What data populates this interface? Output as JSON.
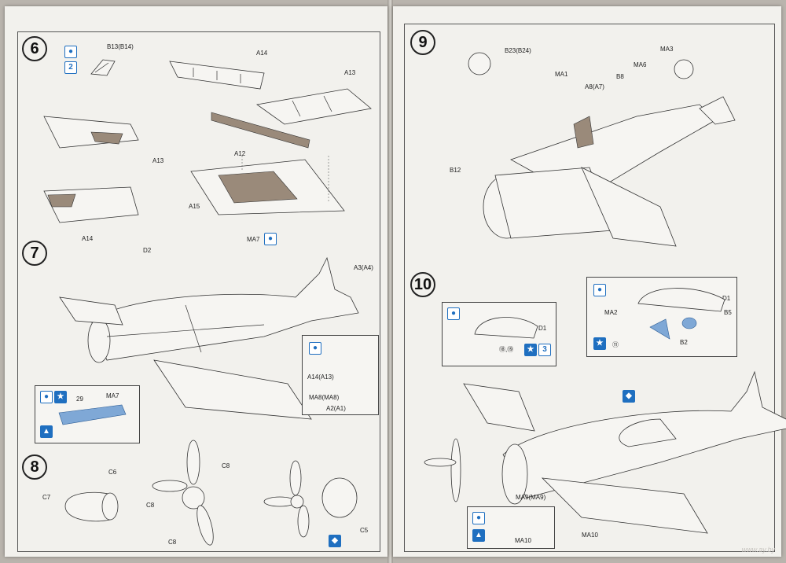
{
  "steps": {
    "s6": "6",
    "s7": "7",
    "s8": "8",
    "s9": "9",
    "s10": "10"
  },
  "step6": {
    "b13": "B13(B14)",
    "a14_top": "A14",
    "a13_top": "A13",
    "a13_left": "A13",
    "a12": "A12",
    "a15": "A15",
    "a14_bottom": "A14"
  },
  "step7": {
    "d2": "D2",
    "ma7": "MA7",
    "a3": "A3(A4)",
    "inset_a14": "A14(A13)",
    "inset_ma8": "MA8(MA8)",
    "inset_a2": "A2(A1)",
    "inset_ma7": "MA7",
    "inset_num": "29"
  },
  "step8": {
    "c6": "C6",
    "c7": "C7",
    "c8_top": "C8",
    "c8_left": "C8",
    "c8_bottom": "C8",
    "c5": "C5"
  },
  "step9": {
    "b23": "B23(B24)",
    "ma1": "MA1",
    "ma3": "MA3",
    "ma6": "MA6",
    "b8": "B8",
    "a8": "A8(A7)",
    "b12": "B12"
  },
  "step10": {
    "d1_left": "D1",
    "d1_right": "D1",
    "ma2": "MA2",
    "b5": "B5",
    "b2": "B2",
    "inset_nums": "⑱,⑲",
    "inset_num11": "⑪",
    "ma9": "MA9(MA9)",
    "ma10_inset": "MA10",
    "ma10": "MA10"
  },
  "icons": {
    "paint": "paint-icon",
    "x2": "2",
    "x3": "3",
    "star": "★",
    "decal": "decal-icon",
    "arrow": "arrow-icon"
  },
  "watermark": "www.ay.by"
}
